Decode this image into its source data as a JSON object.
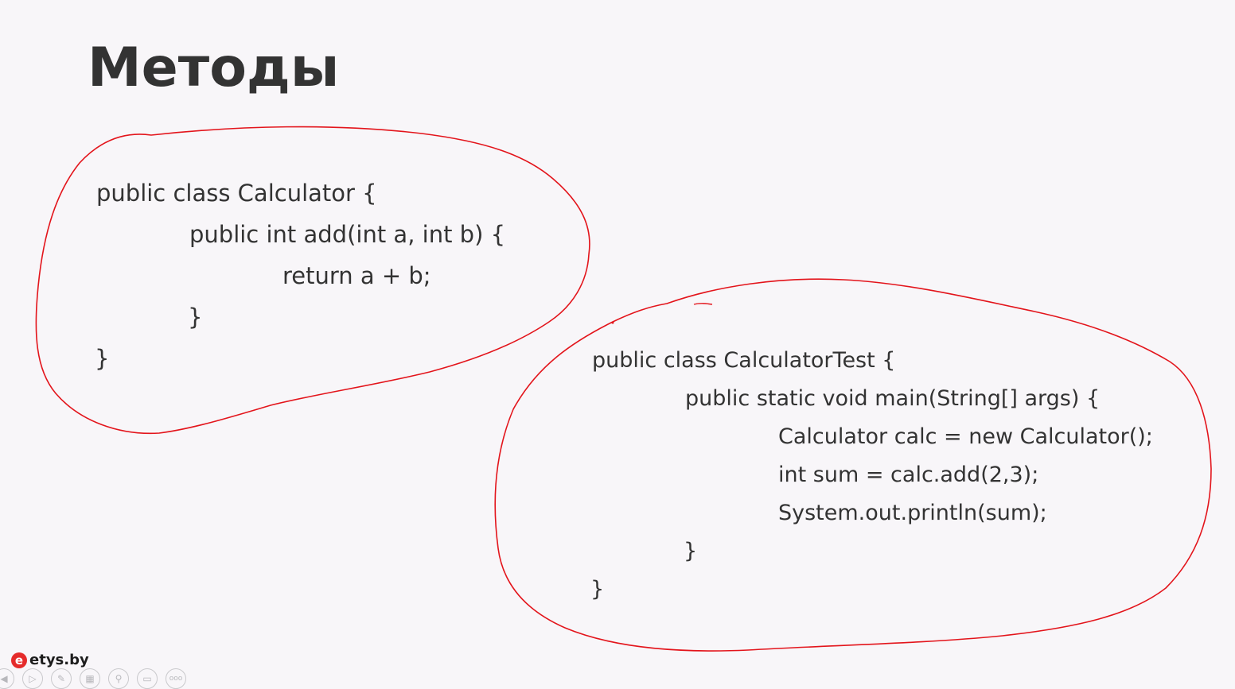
{
  "slide": {
    "title": "Методы"
  },
  "code_left": {
    "lines": [
      "public class Calculator {",
      "public int add(int a, int b) {",
      "return a + b;",
      "}",
      "}"
    ]
  },
  "code_right": {
    "lines": [
      "public class CalculatorTest {",
      "public static void main(String[] args) {",
      "Calculator calc = new Calculator();",
      "int sum = calc.add(2,3);",
      "System.out.println(sum);",
      "}",
      "}"
    ]
  },
  "annotation": {
    "ink_color": "#e3141b"
  },
  "branding": {
    "logo_mark": "e",
    "logo_text": "etys.by"
  },
  "toolbar": {
    "icons": [
      "prev-icon",
      "next-icon",
      "pen-icon",
      "slides-icon",
      "zoom-icon",
      "subtitles-icon",
      "more-icon"
    ],
    "more_label": "ooo"
  }
}
